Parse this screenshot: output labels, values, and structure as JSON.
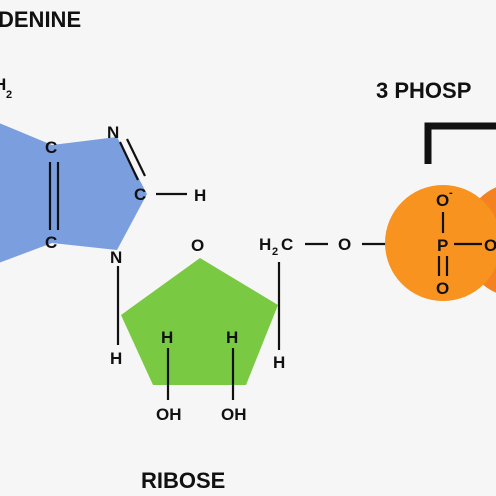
{
  "labels": {
    "adenine": "DENINE",
    "phosphate": "3 PHOSP",
    "ribose": "RIBOSE",
    "nh2_fragment": "H",
    "nh2_sub": "2"
  },
  "adenine_ring": {
    "c_top": "C",
    "c_bottom": "C",
    "n_top": "N",
    "c_right": "C",
    "h_right": "H",
    "n_bottom": "N",
    "h_below": "H"
  },
  "ribose_ring": {
    "o_ring": "O",
    "h_left": "H",
    "h_right": "H",
    "oh_left": "OH",
    "oh_right": "OH",
    "h_side": "H",
    "ch2_c": "H",
    "ch2_sub": "2",
    "ch2_tail": "C",
    "o_link": "O"
  },
  "phosphate_group": {
    "o_minus": "O",
    "charge": "-",
    "p": "P",
    "o_bottom": "O",
    "o_right": "O"
  },
  "colors": {
    "adenine_fill": "#7b9fde",
    "ribose_fill": "#7ac943",
    "phosphate_fill": "#f7931e",
    "phosphate_fill_2": "#f58220",
    "text": "#111111",
    "background": "#f6f6f6"
  }
}
